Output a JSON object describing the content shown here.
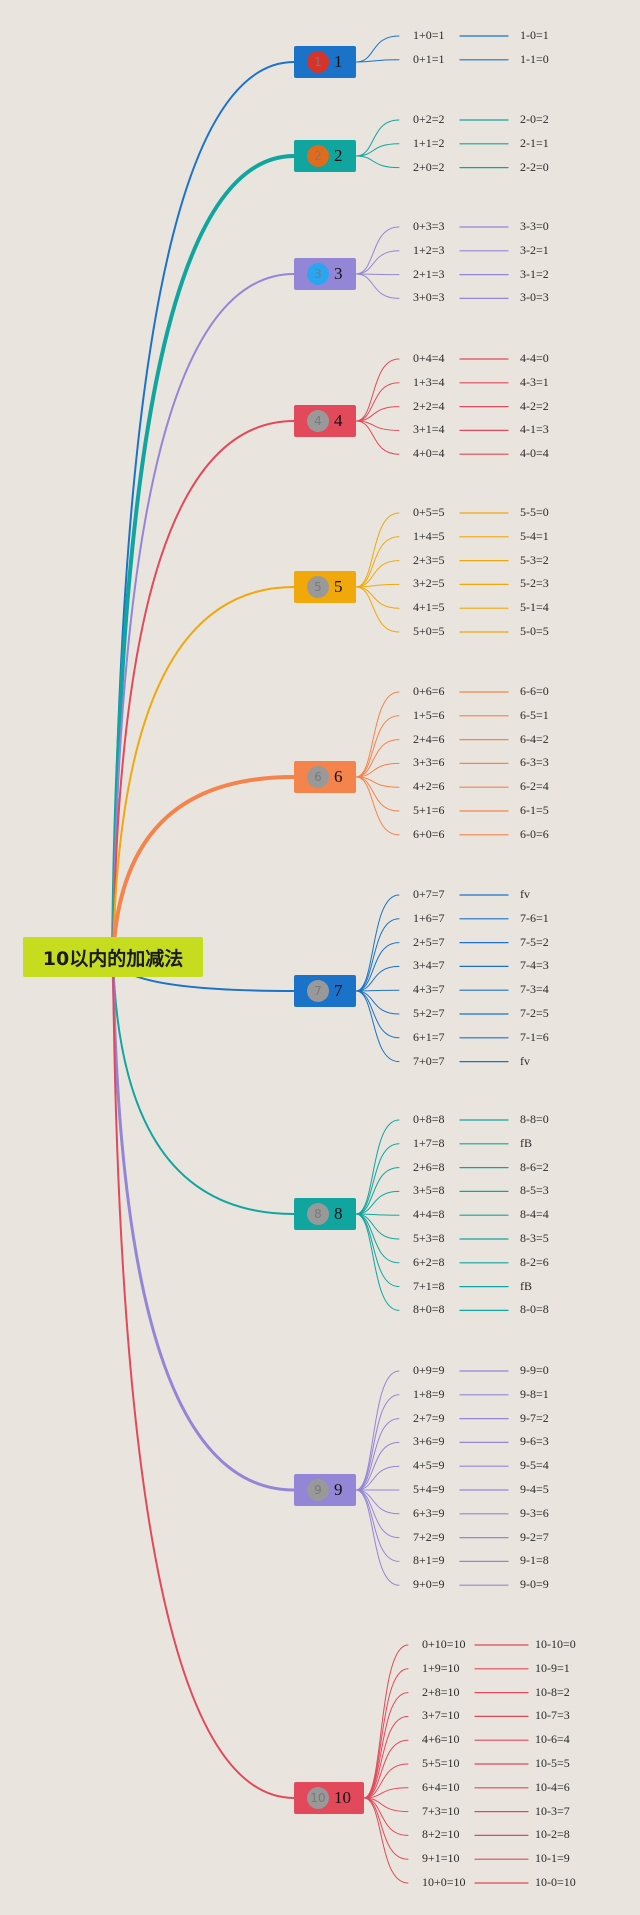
{
  "title": "10以内的加减法",
  "palette": [
    "#1a73c8",
    "#11a5a0",
    "#9386d6",
    "#e2495a",
    "#f0a80a",
    "#f4834c",
    "#1a73c8",
    "#11a5a0",
    "#9386d6",
    "#e2495a"
  ],
  "badge_colors": [
    "#d6332b",
    "#e06a1e",
    "#2aa5f0",
    "#999999",
    "#999999",
    "#999999",
    "#999999",
    "#999999",
    "#999999",
    "#999999"
  ],
  "branches": [
    {
      "label": "1",
      "badge": "1",
      "sums": [
        "1+0=1",
        "0+1=1"
      ],
      "diffs": [
        "1-0=1",
        "1-1=0"
      ]
    },
    {
      "label": "2",
      "badge": "2",
      "sums": [
        "0+2=2",
        "1+1=2",
        "2+0=2"
      ],
      "diffs": [
        "2-0=2",
        "2-1=1",
        "2-2=0"
      ]
    },
    {
      "label": "3",
      "badge": "3",
      "sums": [
        "0+3=3",
        "1+2=3",
        "2+1=3",
        "3+0=3"
      ],
      "diffs": [
        "3-3=0",
        "3-2=1",
        "3-1=2",
        "3-0=3"
      ]
    },
    {
      "label": "4",
      "badge": "4",
      "sums": [
        "0+4=4",
        "1+3=4",
        "2+2=4",
        "3+1=4",
        "4+0=4"
      ],
      "diffs": [
        "4-4=0",
        "4-3=1",
        "4-2=2",
        "4-1=3",
        "4-0=4"
      ]
    },
    {
      "label": "5",
      "badge": "5",
      "sums": [
        "0+5=5",
        "1+4=5",
        "2+3=5",
        "3+2=5",
        "4+1=5",
        "5+0=5"
      ],
      "diffs": [
        "5-5=0",
        "5-4=1",
        "5-3=2",
        "5-2=3",
        "5-1=4",
        "5-0=5"
      ]
    },
    {
      "label": "6",
      "badge": "6",
      "sums": [
        "0+6=6",
        "1+5=6",
        "2+4=6",
        "3+3=6",
        "4+2=6",
        "5+1=6",
        "6+0=6"
      ],
      "diffs": [
        "6-6=0",
        "6-5=1",
        "6-4=2",
        "6-3=3",
        "6-2=4",
        "6-1=5",
        "6-0=6"
      ]
    },
    {
      "label": "7",
      "badge": "7",
      "sums": [
        "0+7=7",
        "1+6=7",
        "2+5=7",
        "3+4=7",
        "4+3=7",
        "5+2=7",
        "6+1=7",
        "7+0=7"
      ],
      "diffs": [
        "fv",
        "7-6=1",
        "7-5=2",
        "7-4=3",
        "7-3=4",
        "7-2=5",
        "7-1=6",
        "fv"
      ]
    },
    {
      "label": "8",
      "badge": "8",
      "sums": [
        "0+8=8",
        "1+7=8",
        "2+6=8",
        "3+5=8",
        "4+4=8",
        "5+3=8",
        "6+2=8",
        "7+1=8",
        "8+0=8"
      ],
      "diffs": [
        "8-8=0",
        "fB",
        "8-6=2",
        "8-5=3",
        "8-4=4",
        "8-3=5",
        "8-2=6",
        "fB",
        "8-0=8"
      ]
    },
    {
      "label": "9",
      "badge": "9",
      "sums": [
        "0+9=9",
        "1+8=9",
        "2+7=9",
        "3+6=9",
        "4+5=9",
        "5+4=9",
        "6+3=9",
        "7+2=9",
        "8+1=9",
        "9+0=9"
      ],
      "diffs": [
        "9-9=0",
        "9-8=1",
        "9-7=2",
        "9-6=3",
        "9-5=4",
        "9-4=5",
        "9-3=6",
        "9-2=7",
        "9-1=8",
        "9-0=9"
      ]
    },
    {
      "label": "10",
      "badge": "10",
      "sums": [
        "0+10=10",
        "1+9=10",
        "2+8=10",
        "3+7=10",
        "4+6=10",
        "5+5=10",
        "6+4=10",
        "7+3=10",
        "8+2=10",
        "9+1=10",
        "10+0=10"
      ],
      "diffs": [
        "10-10=0",
        "10-9=1",
        "10-8=2",
        "10-7=3",
        "10-6=4",
        "10-5=5",
        "10-4=6",
        "10-3=7",
        "10-2=8",
        "10-1=9",
        "10-0=10"
      ]
    }
  ]
}
